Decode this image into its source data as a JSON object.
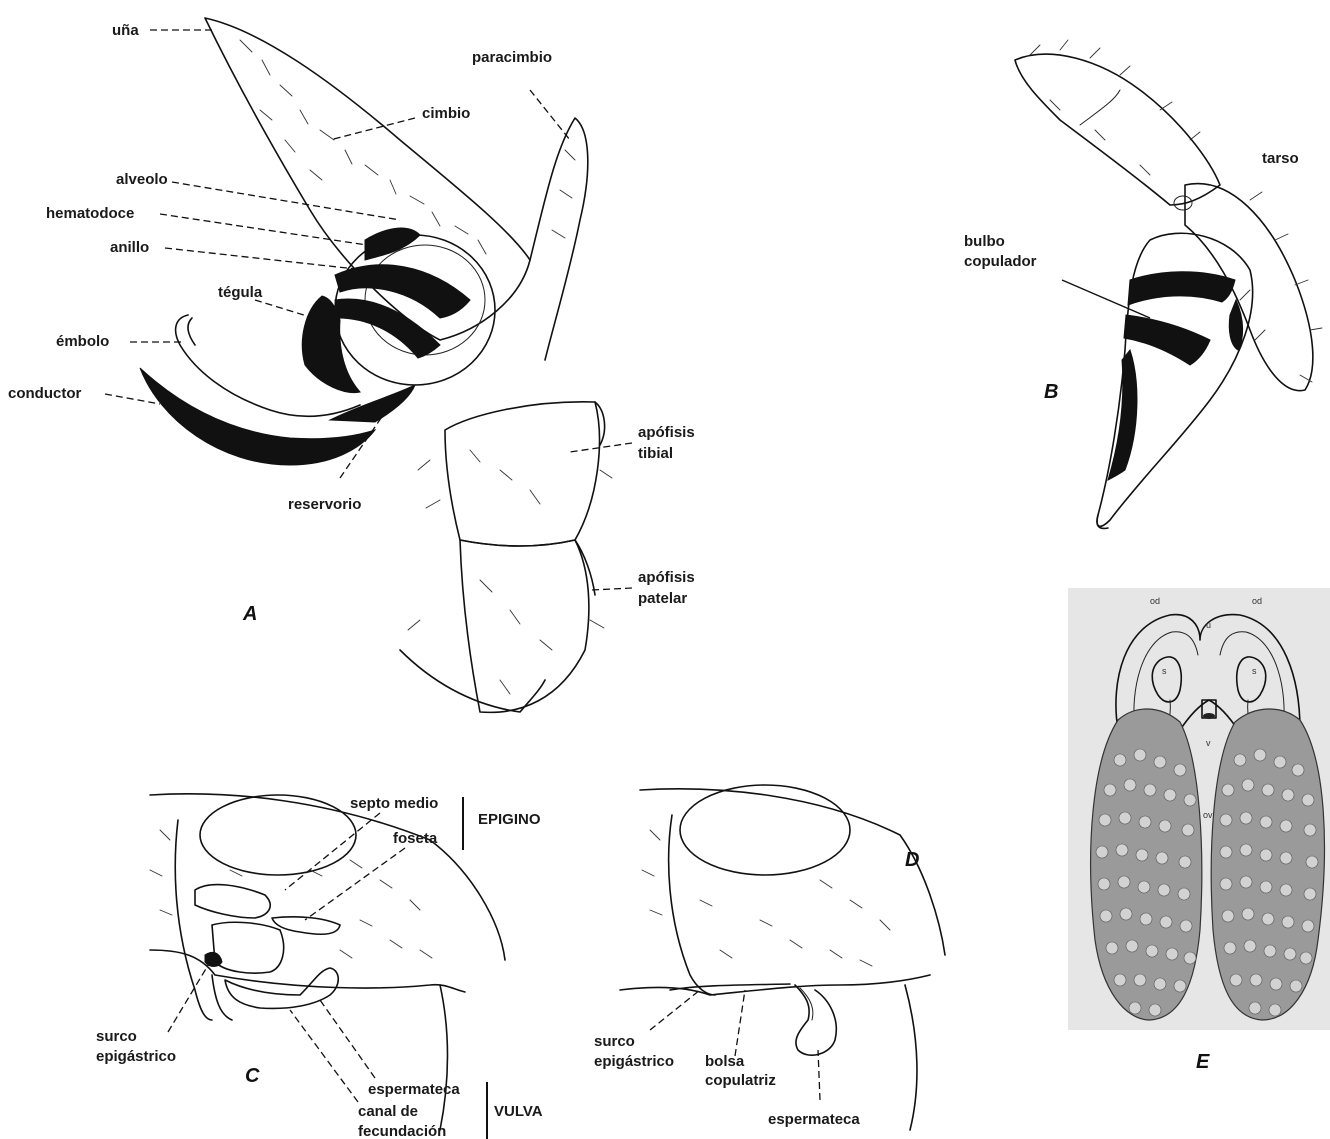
{
  "panels": {
    "A": {
      "letter": "A",
      "labels": {
        "una": "uña",
        "cimbio": "cimbio",
        "paracimbio": "paracimbio",
        "alveolo": "alveolo",
        "hematodoce": "hematodoce",
        "anillo": "anillo",
        "tegula": "tégula",
        "embolo": "émbolo",
        "conductor": "conductor",
        "reservorio": "reservorio",
        "apofisis_tibial_1": "apófisis",
        "apofisis_tibial_2": "tibial",
        "apofisis_patelar_1": "apófisis",
        "apofisis_patelar_2": "patelar"
      }
    },
    "B": {
      "letter": "B",
      "labels": {
        "tarso": "tarso",
        "bulbo_1": "bulbo",
        "bulbo_2": "copulador"
      }
    },
    "C": {
      "letter": "C",
      "labels": {
        "septo_medio": "septo medio",
        "foseta": "foseta",
        "epigino": "EPIGINO",
        "surco_1": "surco",
        "surco_2": "epigástrico",
        "espermateca": "espermateca",
        "canal_1": "canal de",
        "canal_2": "fecundación",
        "vulva": "VULVA"
      }
    },
    "D": {
      "letter": "D",
      "labels": {
        "surco_1": "surco",
        "surco_2": "epigástrico",
        "bolsa_1": "bolsa",
        "bolsa_2": "copulatriz",
        "espermateca": "espermateca"
      }
    },
    "E": {
      "letter": "E",
      "labels": {
        "od_left": "od",
        "od_right": "od",
        "u": "u",
        "s_left": "s",
        "s_right": "s",
        "v": "v",
        "ov": "ov"
      }
    }
  }
}
